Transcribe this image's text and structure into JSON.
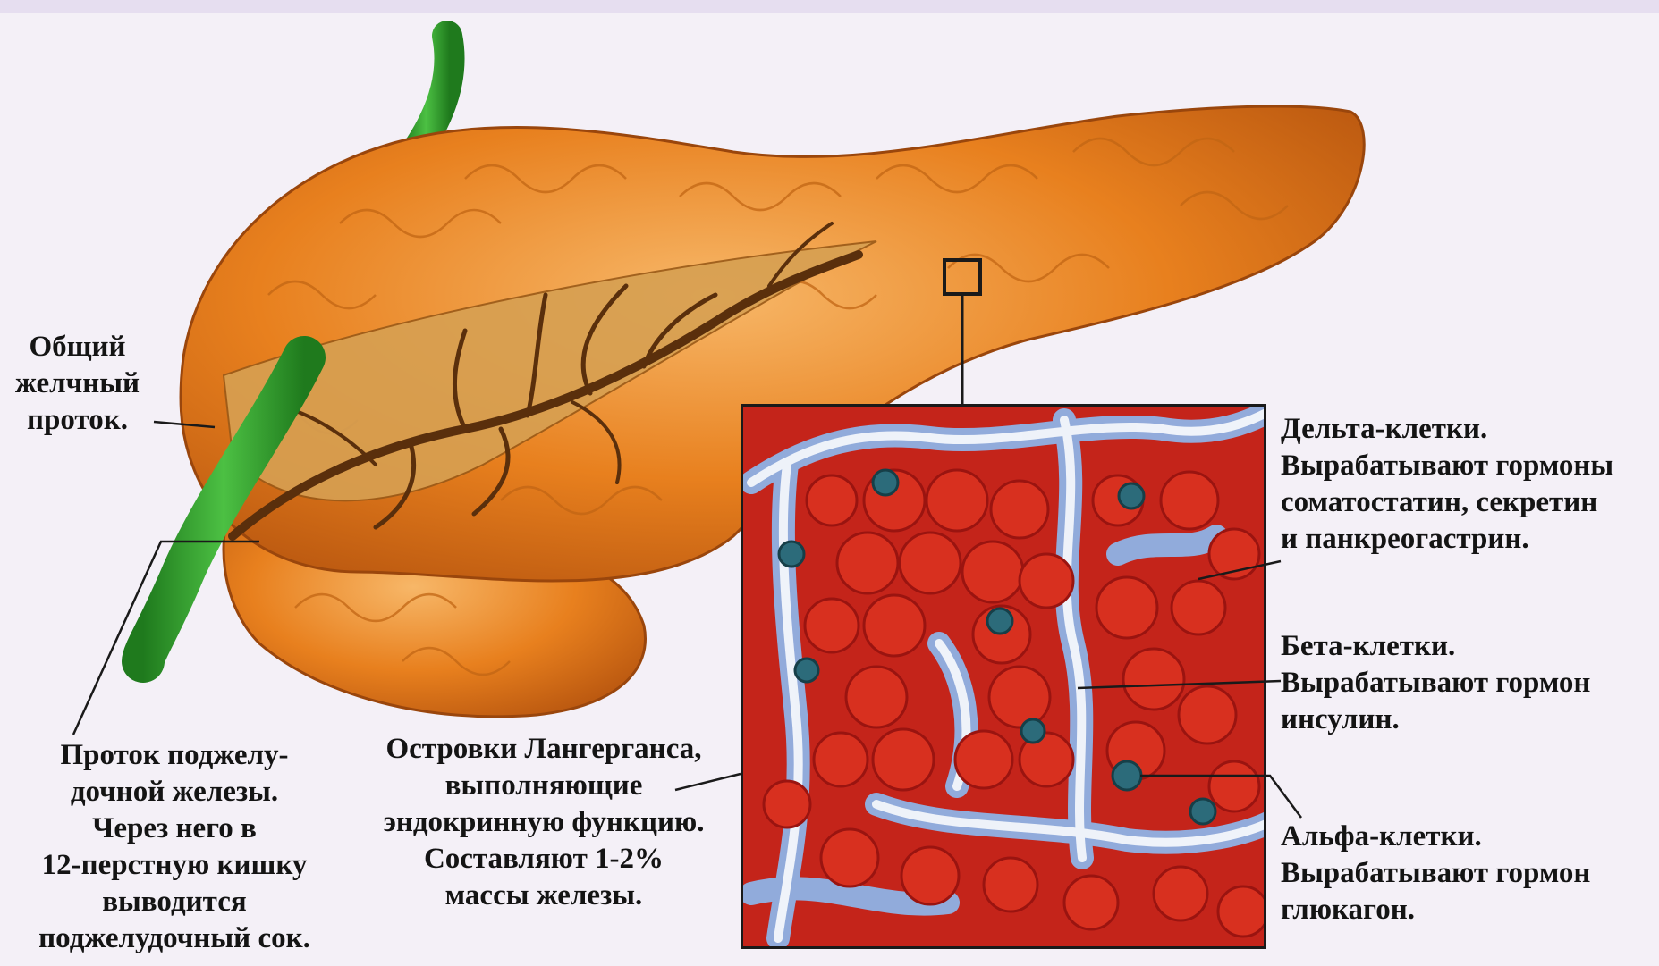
{
  "labels": {
    "common_bile_duct": "Общий\nжелчный\nпроток.",
    "pancreatic_duct": "Проток поджелу-\nдочной железы.\nЧерез него в\n12-перстную кишку\nвыводится\nподжелудочный сок.",
    "islets": "Островки Лангерганса,\nвыполняющие\nэндокринную функцию.\nСоставляют 1-2%\nмассы железы.",
    "delta_cells": "Дельта-клетки.\nВырабатывают гормоны\nсоматостатин, секретин\nи панкреогастрин.",
    "beta_cells": "Бета-клетки.\nВырабатывают гормон\nинсулин.",
    "alpha_cells": "Альфа-клетки.\nВырабатывают гормон\nглюкагон."
  },
  "colors": {
    "pancreas_fill": "#e8801e",
    "pancreas_dark": "#b04e0c",
    "pancreas_light": "#f6b66a",
    "bile_duct": "#2f9a2a",
    "pancreatic_duct": "#6b3a12",
    "cell_red": "#d4281c",
    "cell_dark": "#a6150f",
    "capillary": "#7faadf",
    "alpha_nucleus": "#2c6b7a",
    "background": "#f4f0f7"
  }
}
